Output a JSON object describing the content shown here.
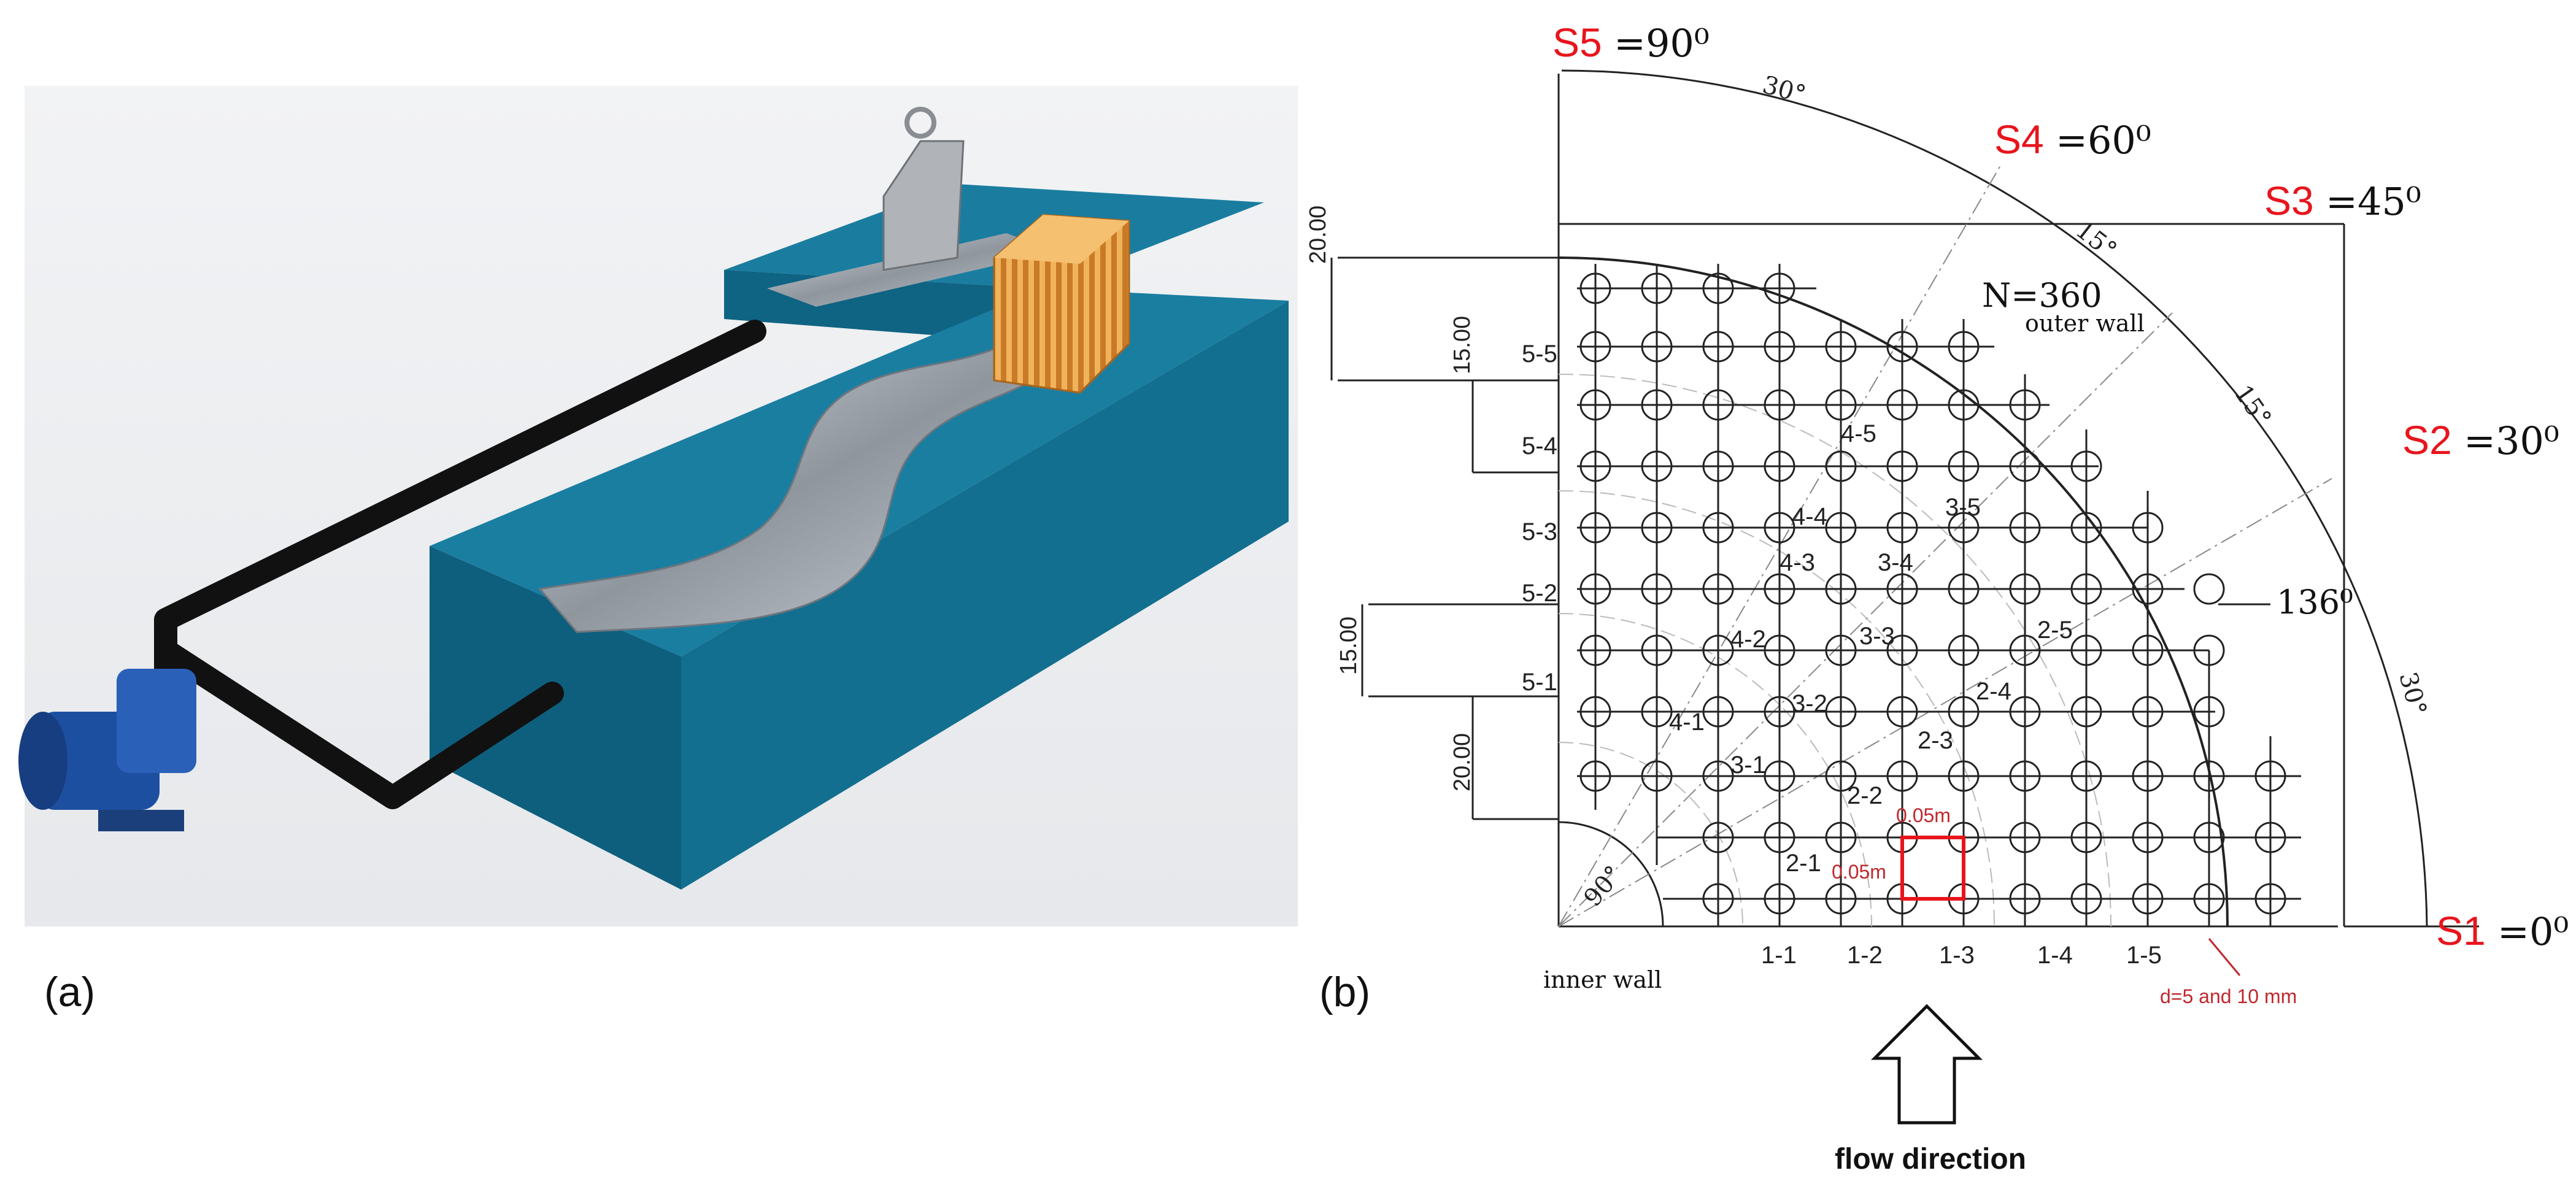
{
  "panels": {
    "a": {
      "label": "(a)"
    },
    "b": {
      "label": "(b)"
    }
  },
  "sections": [
    {
      "name": "S1",
      "value": "=0⁰"
    },
    {
      "name": "S2",
      "value": "=30⁰"
    },
    {
      "name": "S3",
      "value": "=45⁰"
    },
    {
      "name": "S4",
      "value": "=60⁰"
    },
    {
      "name": "S5",
      "value": "=90⁰"
    }
  ],
  "angle_labels": {
    "a30_top": "30°",
    "a15_a": "15°",
    "a15_b": "15°",
    "a30_right": "30°",
    "bend": "136⁰",
    "inner_corner": "90°"
  },
  "wall_labels": {
    "N": "N=360",
    "outer": "outer wall",
    "inner": "inner wall"
  },
  "dimensions": {
    "d20_top": "20.00",
    "d15_a": "15.00",
    "d15_b": "15.00",
    "d20_bot": "20.00"
  },
  "row_labels": [
    "5-5",
    "5-4",
    "5-3",
    "5-2",
    "5-1"
  ],
  "bottom_labels": [
    "1-1",
    "1-2",
    "1-3",
    "1-4",
    "1-5"
  ],
  "inner_labels": [
    "4-5",
    "4-4",
    "4-3",
    "4-2",
    "4-1",
    "3-5",
    "3-4",
    "3-3",
    "3-2",
    "3-1",
    "2-5",
    "2-4",
    "2-3",
    "2-2",
    "2-1"
  ],
  "grid_annotations": {
    "spacing_h": "0.05m",
    "spacing_v": "0.05m",
    "diameter": "d=5 and 10 mm"
  },
  "flow_text": "flow direction",
  "colors": {
    "flume": "#136f8f",
    "flume_dark": "#0b4f6a",
    "pillars": "#e09a3c",
    "accent_red": "#e8141c",
    "pump": "#1d4fa0"
  }
}
